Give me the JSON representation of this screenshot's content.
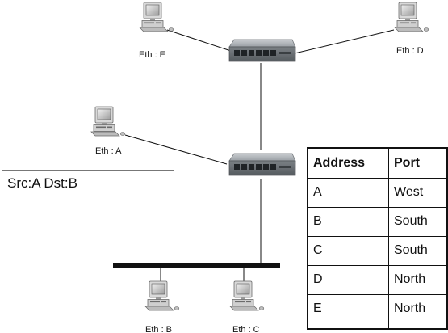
{
  "hosts": {
    "e": {
      "label": "Eth : E"
    },
    "d": {
      "label": "Eth : D"
    },
    "a": {
      "label": "Eth : A"
    },
    "b": {
      "label": "Eth : B"
    },
    "c": {
      "label": "Eth : C"
    }
  },
  "devices": {
    "top_switch": {
      "icon": "network-switch-icon",
      "ports": 6
    },
    "bottom_switch": {
      "icon": "network-switch-icon",
      "ports": 6
    },
    "bus": {
      "icon": "ethernet-bus-segment"
    }
  },
  "packet": {
    "label": "Src:A Dst:B"
  },
  "table": {
    "headers": {
      "address": "Address",
      "port": "Port"
    },
    "rows": [
      {
        "address": "A",
        "port": "West"
      },
      {
        "address": "B",
        "port": "South"
      },
      {
        "address": "C",
        "port": "South"
      },
      {
        "address": "D",
        "port": "North"
      },
      {
        "address": "E",
        "port": "North"
      }
    ]
  },
  "colors": {
    "switch_body": "#8a8f94",
    "port_face": "#1f2326",
    "bus": "#111111"
  }
}
